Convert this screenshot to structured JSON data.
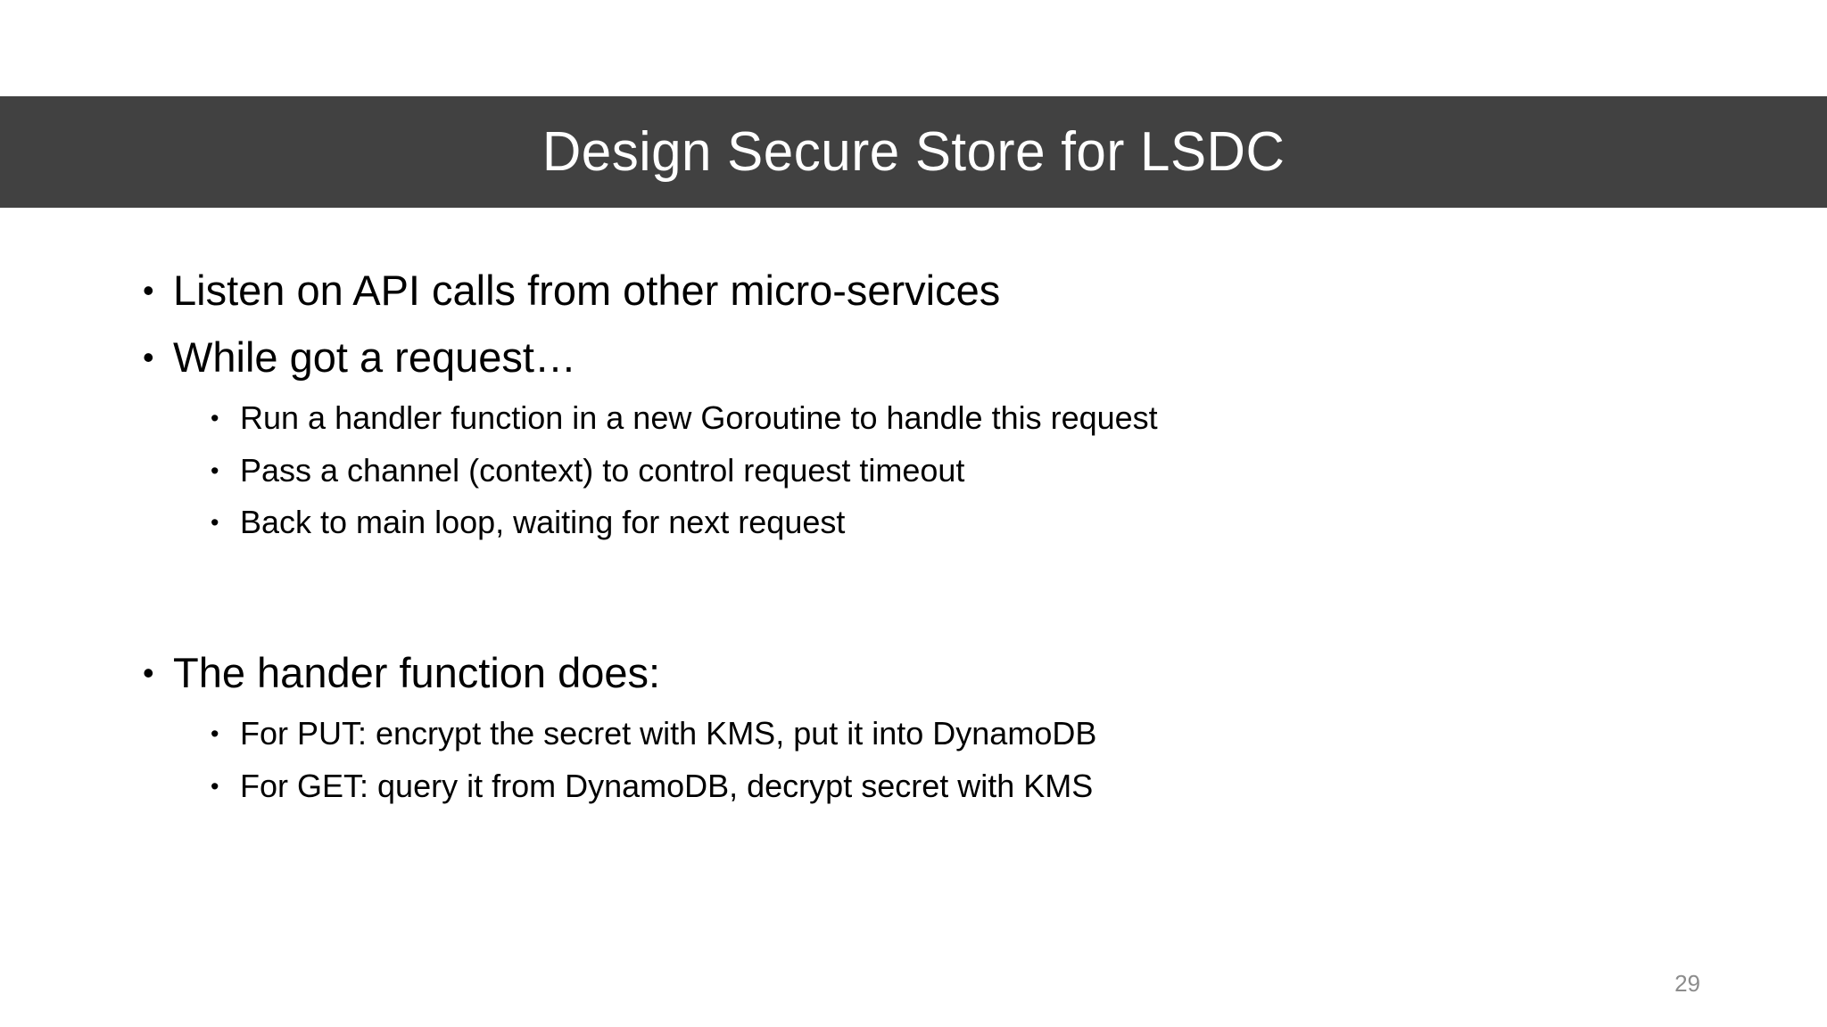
{
  "slide": {
    "title": "Design Secure Store for LSDC",
    "page_number": "29",
    "colors": {
      "title_band": "#414141",
      "title_text": "#FFFFFF",
      "body_text": "#000000",
      "background": "#FFFFFF",
      "page_number": "#8C8C8C"
    },
    "bullet_glyph": "•",
    "content": {
      "group1": {
        "item1": "Listen on API calls from other micro-services",
        "item2": "While got a request…",
        "sub": [
          "Run a handler function in a new Goroutine to handle this request",
          "Pass a channel (context) to control request timeout",
          "Back to main loop, waiting for next request"
        ]
      },
      "group2": {
        "item1": "The hander function does:",
        "sub": [
          "For PUT: encrypt the secret with KMS, put it into DynamoDB",
          "For GET: query it from DynamoDB, decrypt secret with KMS"
        ]
      }
    }
  }
}
